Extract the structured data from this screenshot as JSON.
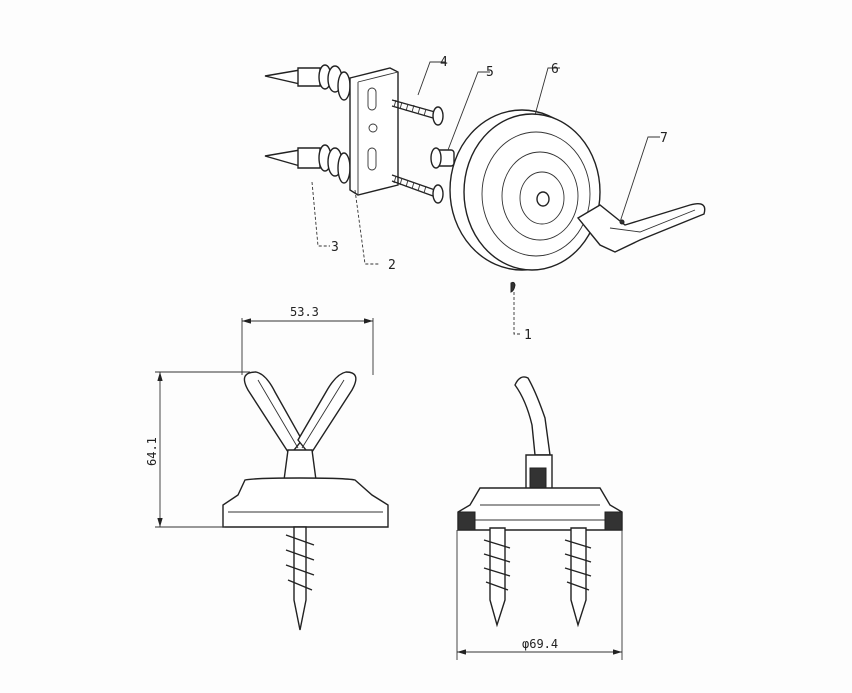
{
  "title": "Wall hook assembly technical drawing",
  "part_labels": [
    "1",
    "2",
    "3",
    "4",
    "5",
    "6",
    "7"
  ],
  "dimensions": {
    "width": "53.3",
    "height": "64.1",
    "diameter": "φ69.4"
  }
}
